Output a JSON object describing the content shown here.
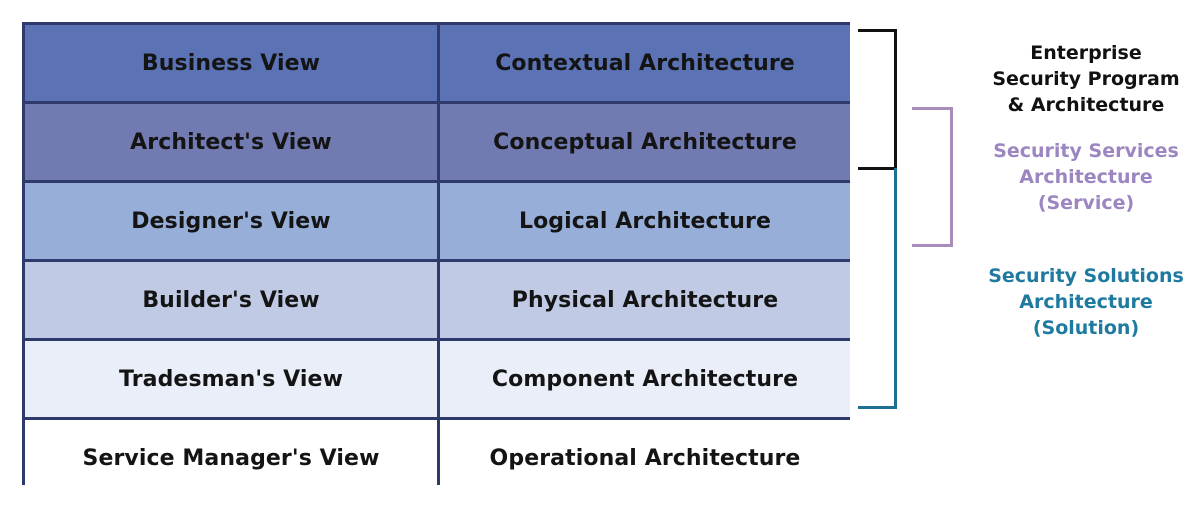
{
  "rows": [
    {
      "view": "Business View",
      "architecture": "Contextual Architecture",
      "color": "#5b73b4"
    },
    {
      "view": "Architect's View",
      "architecture": "Conceptual Architecture",
      "color": "#727bb1"
    },
    {
      "view": "Designer's View",
      "architecture": "Logical Architecture",
      "color": "#97aed8"
    },
    {
      "view": "Builder's View",
      "architecture": "Physical Architecture",
      "color": "#c0cae4"
    },
    {
      "view": "Tradesman's View",
      "architecture": "Component Architecture",
      "color": "#e9eef9"
    },
    {
      "view": "Service Manager's View",
      "architecture": "Operational Architecture",
      "color": "#ffffff"
    }
  ],
  "labels": {
    "enterprise": {
      "lines": [
        "Enterprise",
        "Security Program",
        "& Architecture"
      ],
      "color": "#111111"
    },
    "services": {
      "lines": [
        "Security Services",
        "Architecture",
        "(Service)"
      ],
      "color": "#9b86c2"
    },
    "solutions": {
      "lines": [
        "Security Solutions",
        "Architecture",
        "(Solution)"
      ],
      "color": "#1f7aa0"
    }
  },
  "colors": {
    "border": "#2e3a6b",
    "bracket_enterprise": "#111111",
    "bracket_services": "#a88cba",
    "bracket_solutions": "#1f6f92"
  }
}
